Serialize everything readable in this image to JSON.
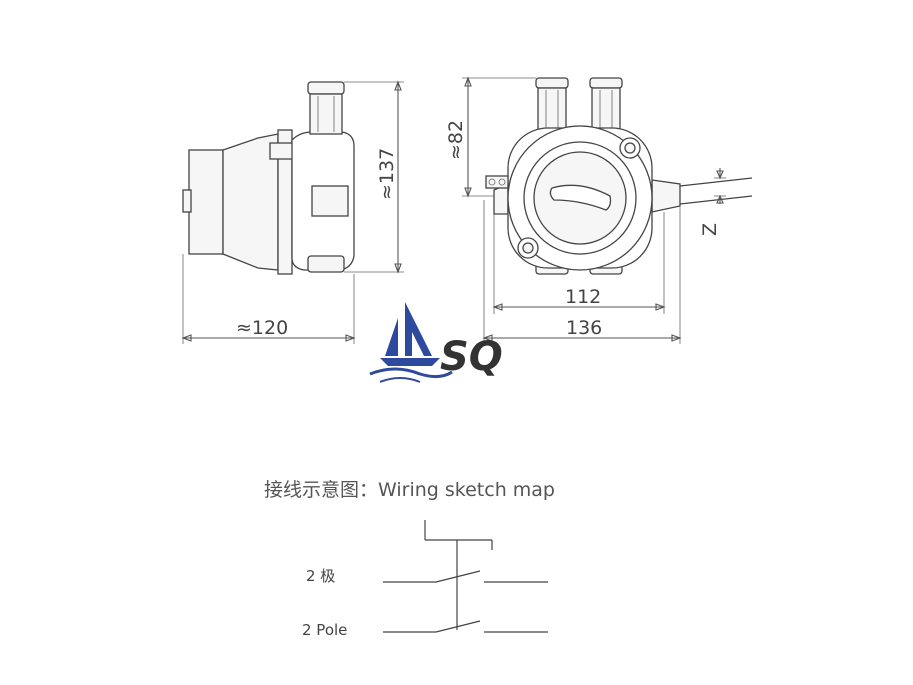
{
  "dimensions": {
    "side_width": "≈120",
    "side_height": "≈137",
    "front_top": "≈82",
    "front_inner": "112",
    "front_outer": "136",
    "cable_label": "Z"
  },
  "logo": {
    "text": "SQ",
    "color": "#2e4a9e"
  },
  "wiring": {
    "caption": "接线示意图：Wiring sketch map",
    "pole_cn": "2 极",
    "pole_en": "2 Pole"
  }
}
